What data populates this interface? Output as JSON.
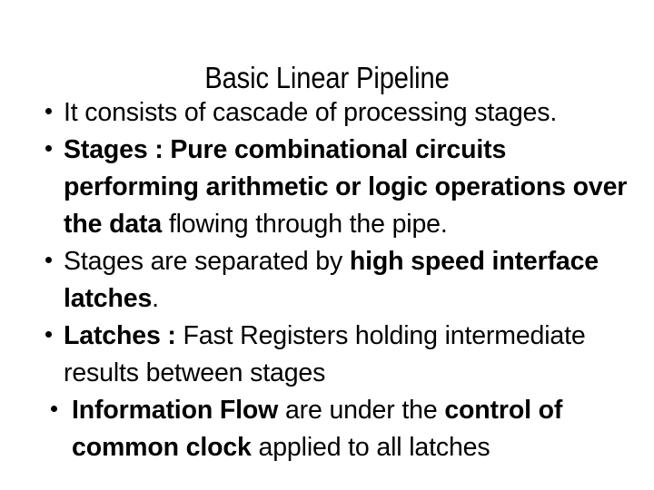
{
  "slide": {
    "title": "Basic Linear Pipeline",
    "background_color": "#ffffff",
    "text_color": "#000000",
    "bullet_glyph": "•",
    "bullets": [
      {
        "id": "bullet-cascade-stages",
        "plain_text": "It consists of cascade of processing stages.",
        "indent_level": 1,
        "runs": [
          {
            "text": "It consists of cascade of processing stages.",
            "bold": false
          }
        ]
      },
      {
        "id": "bullet-stages-definition",
        "plain_text": "Stages : Pure combinational circuits performing arithmetic or logic operations over the data flowing through the pipe.",
        "indent_level": 1,
        "runs": [
          {
            "text": "Stages : Pure combinational circuits performing arithmetic or logic operations over the data",
            "bold": true
          },
          {
            "text": " flowing through the pipe.",
            "bold": false
          }
        ]
      },
      {
        "id": "bullet-stages-separated",
        "plain_text": "Stages are separated by high speed interface latches.",
        "indent_level": 1,
        "runs": [
          {
            "text": "Stages are separated by ",
            "bold": false
          },
          {
            "text": "high speed interface latches",
            "bold": true
          },
          {
            "text": ".",
            "bold": false
          }
        ]
      },
      {
        "id": "bullet-latches-definition",
        "plain_text": "Latches : Fast Registers holding intermediate results between stages",
        "indent_level": 1,
        "runs": [
          {
            "text": "Latches :",
            "bold": true
          },
          {
            "text": " Fast Registers holding intermediate results between stages",
            "bold": false
          }
        ]
      },
      {
        "id": "bullet-information-flow",
        "plain_text": " Information Flow are under the control of common clock applied to all latches",
        "indent_level": 2,
        "runs": [
          {
            "text": " Information Flow",
            "bold": true
          },
          {
            "text": " are under the ",
            "bold": false
          },
          {
            "text": "control of common clock",
            "bold": true
          },
          {
            "text": " applied to all latches",
            "bold": false
          }
        ]
      }
    ]
  }
}
